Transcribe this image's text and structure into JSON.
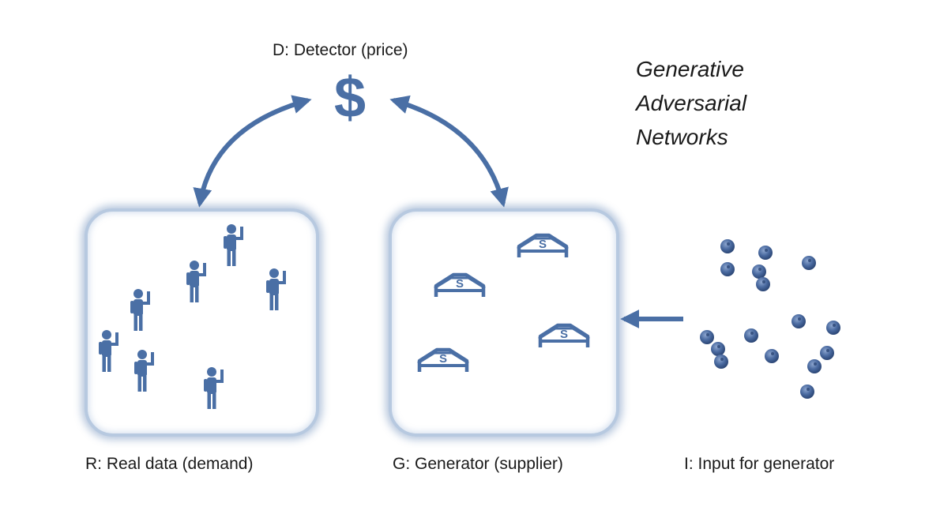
{
  "diagram": {
    "title_lines": [
      "Generative",
      "Adversarial",
      "Networks"
    ],
    "detector_label": "D: Detector (price)",
    "detector_symbol": "$",
    "real_label": "R: Real data (demand)",
    "generator_label": "G: Generator (supplier)",
    "input_label": "I: Input for generator",
    "supply_mark": "S",
    "accent_color": "#4a6fa5",
    "box_border_color": "#b7c9e0",
    "icons": {
      "person": "person-waving-icon",
      "supplier": "supplier-tent-icon",
      "input": "blueberry-icon"
    }
  }
}
